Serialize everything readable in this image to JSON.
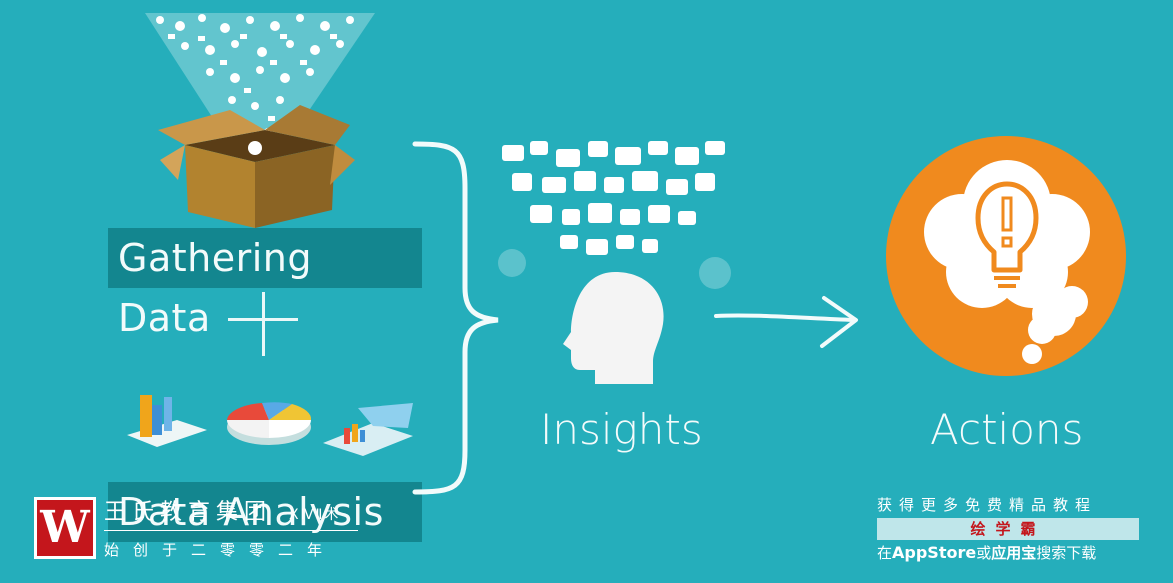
{
  "diagram": {
    "gathering_label": "Gathering Data",
    "analysis_label": "Data Analysis",
    "insights_label": "Insights",
    "actions_label": "Actions",
    "colors": {
      "background": "#25aebb",
      "label_box": "#13868f",
      "accent": "#f08a1e"
    }
  },
  "watermark": {
    "brand": "王氏教育集团",
    "brand_suffix": "ⅩⅣⅡ术",
    "slogan": "始创于二零零二年",
    "logo_letter": "W"
  },
  "promo": {
    "line1": "获得更多免费精品教程",
    "app_name": "绘学霸",
    "line3_prefix": "在",
    "line3_store": "AppStore",
    "line3_mid": "或",
    "line3_alt": "应用宝",
    "line3_suffix": "搜索下载"
  }
}
